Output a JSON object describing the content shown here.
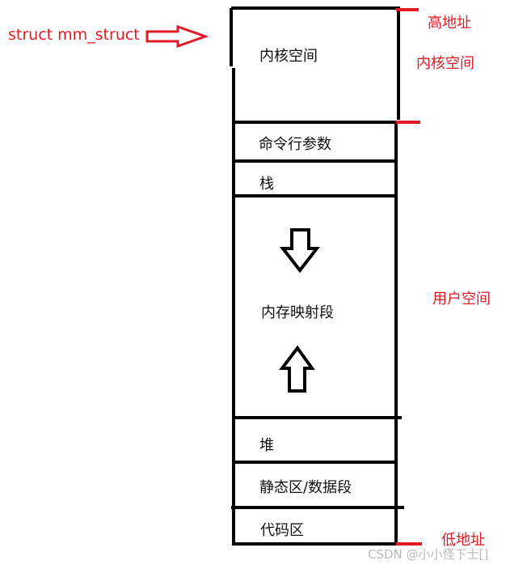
{
  "pointer": {
    "label": "struct mm_struct"
  },
  "regions": {
    "kernel": "内核空间",
    "cmdline": "命令行参数",
    "stack": "栈",
    "mmap": "内存映射段",
    "heap": "堆",
    "data": "静态区/数据段",
    "code": "代码区"
  },
  "annotations": {
    "high_addr": "高地址",
    "kernel_space": "内核空间",
    "user_space": "用户空间",
    "low_addr": "低地址"
  },
  "watermark": "CSDN @小小怪下士[]",
  "colors": {
    "accent": "#e01b24",
    "line": "#000000"
  }
}
